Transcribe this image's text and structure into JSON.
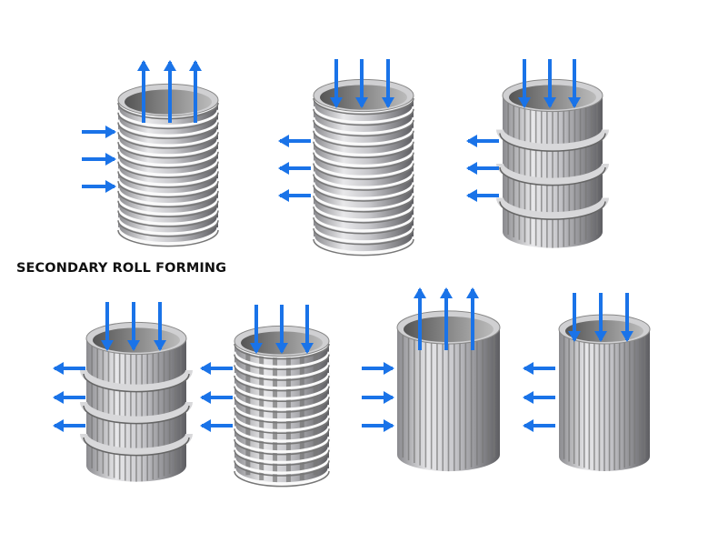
{
  "caption": "SECONDARY ROLL FORMING",
  "colors": {
    "arrow": "#1a73e8",
    "metal_light": "#e4e4e6",
    "metal_dark": "#6c6c70",
    "background": "#ffffff"
  },
  "screens": [
    {
      "style": "horizontal-rings",
      "axial_flow": "out",
      "radial_flow": "in"
    },
    {
      "style": "horizontal-rings",
      "axial_flow": "in",
      "radial_flow": "out"
    },
    {
      "style": "vertical-bars-with-rings",
      "axial_flow": "in",
      "radial_flow": "out"
    },
    {
      "style": "vertical-bars-with-rings",
      "axial_flow": "in",
      "radial_flow": "out"
    },
    {
      "style": "rings-and-bars",
      "axial_flow": "in",
      "radial_flow": "out"
    },
    {
      "style": "vertical-bars",
      "axial_flow": "out",
      "radial_flow": "in"
    },
    {
      "style": "vertical-bars",
      "axial_flow": "in",
      "radial_flow": "out"
    }
  ]
}
